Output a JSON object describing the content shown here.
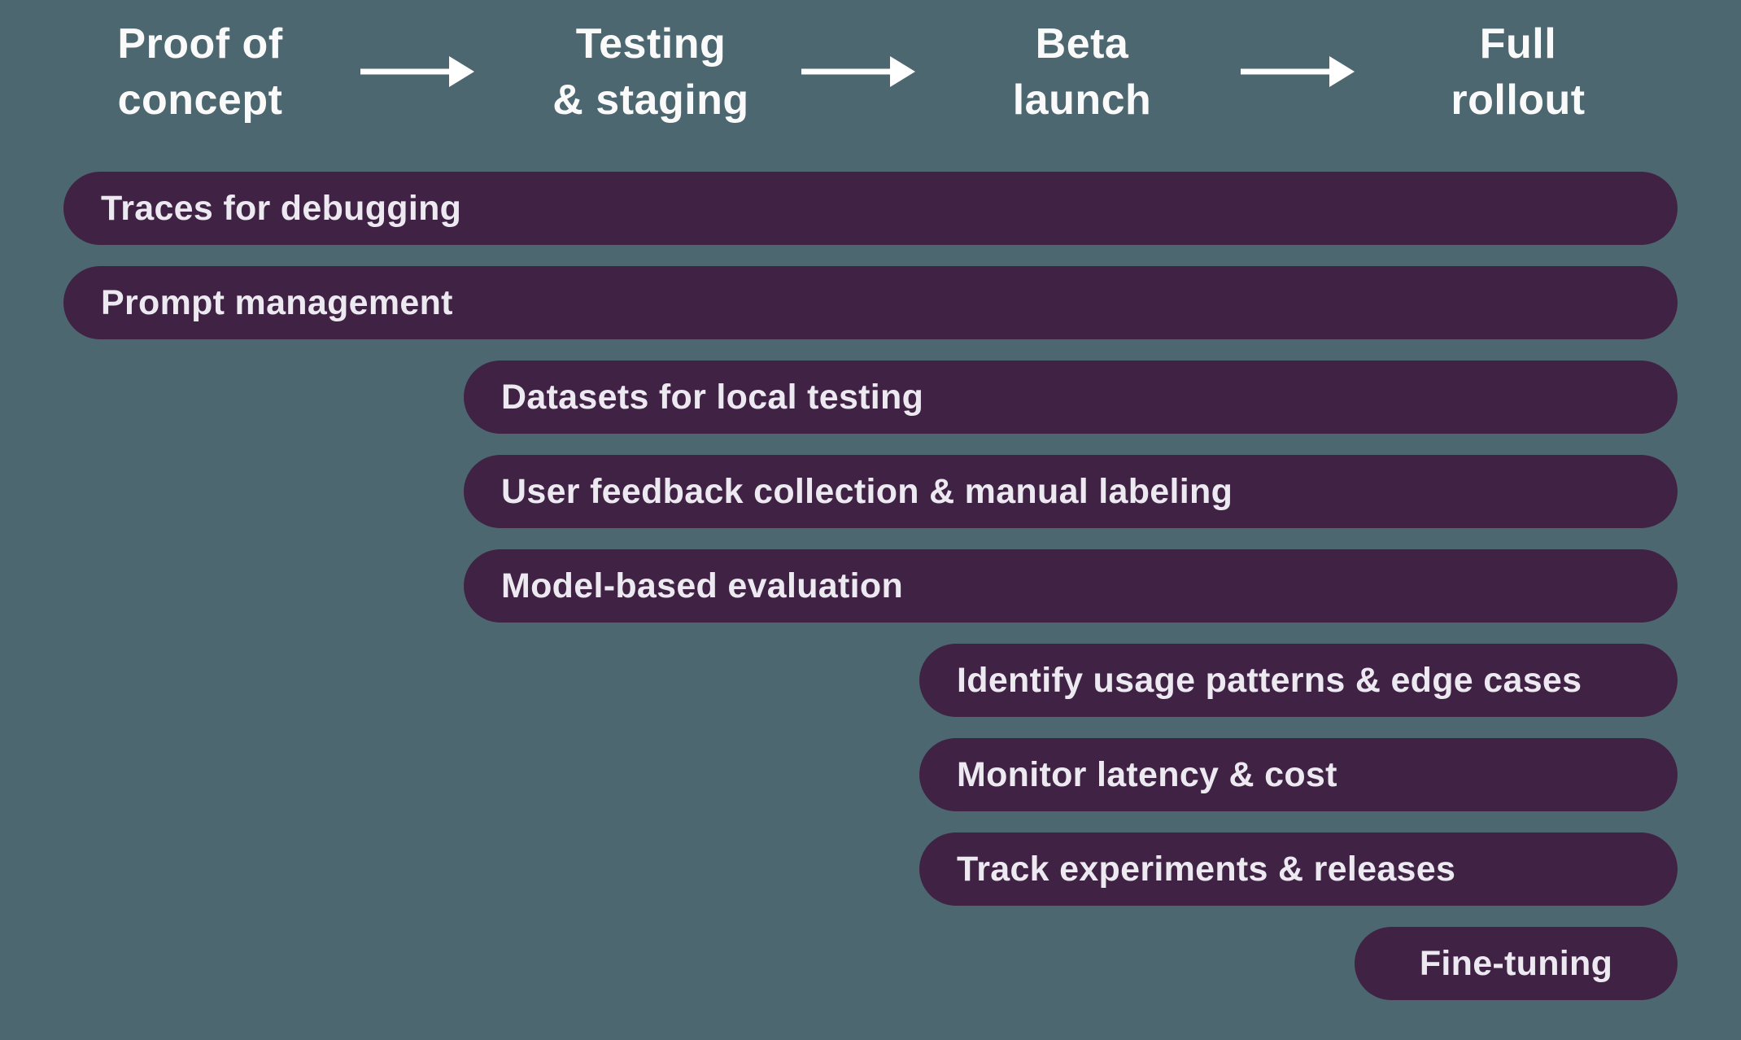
{
  "colors": {
    "background": "#4C6770",
    "bar_fill": "#3F2244",
    "header_text": "#FAFAFA",
    "bar_text": "#EDE9F1",
    "arrow": "#FFFFFF"
  },
  "phases": [
    {
      "label": "Proof of\nconcept"
    },
    {
      "label": "Testing\n& staging"
    },
    {
      "label": "Beta\nlaunch"
    },
    {
      "label": "Full\nrollout"
    }
  ],
  "arrows": [
    {
      "icon": "arrow-right-icon",
      "from": "Proof of concept",
      "to": "Testing & staging"
    },
    {
      "icon": "arrow-right-icon",
      "from": "Testing & staging",
      "to": "Beta launch"
    },
    {
      "icon": "arrow-right-icon",
      "from": "Beta launch",
      "to": "Full rollout"
    }
  ],
  "bars": [
    {
      "label": "Traces for debugging",
      "starts_at_phase": "Proof of concept",
      "ends_at_phase": "Full rollout"
    },
    {
      "label": "Prompt management",
      "starts_at_phase": "Proof of concept",
      "ends_at_phase": "Full rollout"
    },
    {
      "label": "Datasets for local testing",
      "starts_at_phase": "Testing & staging",
      "ends_at_phase": "Full rollout"
    },
    {
      "label": "User feedback collection & manual labeling",
      "starts_at_phase": "Testing & staging",
      "ends_at_phase": "Full rollout"
    },
    {
      "label": "Model-based evaluation",
      "starts_at_phase": "Testing & staging",
      "ends_at_phase": "Full rollout"
    },
    {
      "label": "Identify usage patterns & edge cases",
      "starts_at_phase": "Beta launch",
      "ends_at_phase": "Full rollout"
    },
    {
      "label": "Monitor latency & cost",
      "starts_at_phase": "Beta launch",
      "ends_at_phase": "Full rollout"
    },
    {
      "label": "Track experiments & releases",
      "starts_at_phase": "Beta launch",
      "ends_at_phase": "Full rollout"
    },
    {
      "label": "Fine-tuning",
      "starts_at_phase": "Full rollout",
      "ends_at_phase": "Full rollout"
    }
  ]
}
